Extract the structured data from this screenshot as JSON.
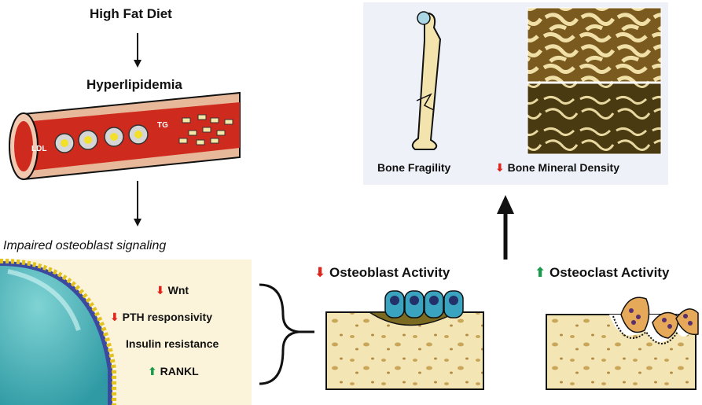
{
  "flow": {
    "high_fat_diet": "High Fat Diet",
    "hyperlipidemia": "Hyperlipidemia",
    "ldl": "LDL",
    "tg": "TG",
    "impaired_signaling": "Impaired osteoblast signaling"
  },
  "signaling": {
    "items": [
      {
        "label": "Wnt",
        "direction": "down"
      },
      {
        "label": "PTH responsivity",
        "direction": "down"
      },
      {
        "label": "Insulin resistance",
        "direction": "none"
      },
      {
        "label": "RANKL",
        "direction": "up"
      }
    ]
  },
  "activity": {
    "osteoblast": {
      "label": "Osteoblast Activity",
      "direction": "down"
    },
    "osteoclast": {
      "label": "Osteoclast Activity",
      "direction": "up"
    }
  },
  "outcome": {
    "fragility": "Bone Fragility",
    "density": "Bone Mineral Density",
    "density_direction": "down"
  },
  "colors": {
    "down_arrow": "#e0231b",
    "up_arrow": "#1a9a4a",
    "panel_bg": "#fbf3da",
    "outcome_bg": "#eef2f8",
    "vessel": "#cf2a1e",
    "bone": "#f3e4ae"
  }
}
